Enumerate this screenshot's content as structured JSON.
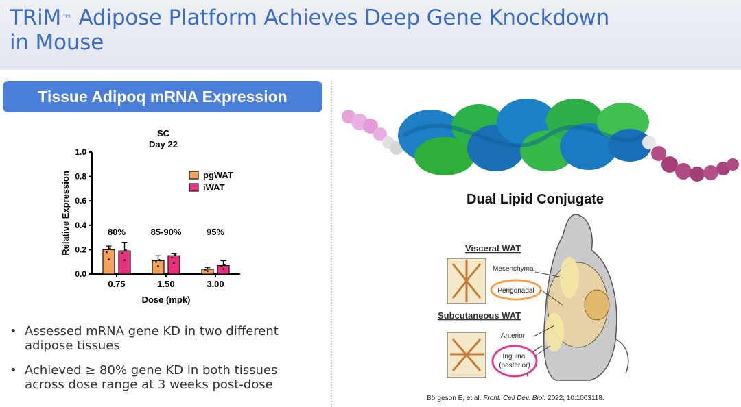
{
  "header": {
    "title_line1": "TRiM",
    "title_tm": "™",
    "title_line1_rest": " Adipose Platform Achieves Deep Gene Knockdown",
    "title_line2": "in Mouse"
  },
  "panel": {
    "banner": "Tissue Adipoq mRNA Expression"
  },
  "chart_data": {
    "type": "bar",
    "title": "SC",
    "subtitle": "Day 22",
    "xlabel": "Dose (mpk)",
    "ylabel": "Relative Expression",
    "ylim": [
      0,
      1.0
    ],
    "yticks": [
      "0.0",
      "0.2",
      "0.4",
      "0.6",
      "0.8",
      "1.0"
    ],
    "categories": [
      "0.75",
      "1.50",
      "3.00"
    ],
    "series": [
      {
        "name": "pgWAT",
        "values": [
          0.2,
          0.11,
          0.04
        ],
        "errors": [
          0.03,
          0.04,
          0.015
        ],
        "color": "#f4a45a"
      },
      {
        "name": "iWAT",
        "values": [
          0.19,
          0.15,
          0.07
        ],
        "errors": [
          0.07,
          0.02,
          0.04
        ],
        "color": "#e8317e"
      }
    ],
    "annotations": [
      "80%",
      "85-90%",
      "95%"
    ],
    "legend": "top-right"
  },
  "bullets": [
    {
      "l1": "Assessed mRNA gene KD in two different",
      "l2": "adipose tissues"
    },
    {
      "l1": "Achieved ≥ 80% gene KD in both tissues",
      "l2": "across dose range at 3 weeks post-dose"
    }
  ],
  "figure": {
    "caption_title": "Dual Lipid Conjugate",
    "visceral": "Visceral WAT",
    "subcutaneous": "Subcutaneous WAT",
    "mesenchymal": "Mesenchymal",
    "perigonadal": "Perigonadal",
    "anterior": "Anterior",
    "inguinal_1": "Inguinal",
    "inguinal_2": "(posterior)"
  },
  "citation": {
    "authors": "Börgeson E, et al. ",
    "journal": "Front. Cell Dev. Biol.",
    "details": " 2022; 10:1003118."
  }
}
